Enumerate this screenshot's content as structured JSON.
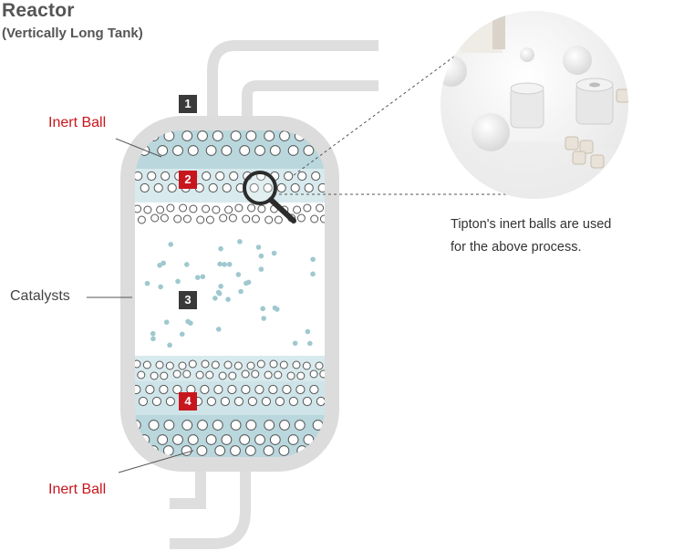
{
  "title": "Reactor",
  "subtitle": "(Vertically Long Tank)",
  "labels": {
    "inert_ball_top": "Inert Ball",
    "catalysts": "Catalysts",
    "inert_ball_bottom": "Inert Ball"
  },
  "markers": [
    {
      "number": "1",
      "color": "#3a3a3a"
    },
    {
      "number": "2",
      "color": "#c8161d"
    },
    {
      "number": "3",
      "color": "#3a3a3a"
    },
    {
      "number": "4",
      "color": "#c8161d"
    }
  ],
  "callout": {
    "line1": "Tipton's inert balls are used",
    "line2": "for the above process."
  },
  "colors": {
    "tank_wall": "#dcdcdc",
    "band_dark": "#b9d7dc",
    "band_light": "#d8eaed",
    "catalyst_dot": "#9fc8cf",
    "accent_red": "#c8161d",
    "marker_dark": "#3a3a3a"
  },
  "icons": [
    "magnifier-icon"
  ]
}
